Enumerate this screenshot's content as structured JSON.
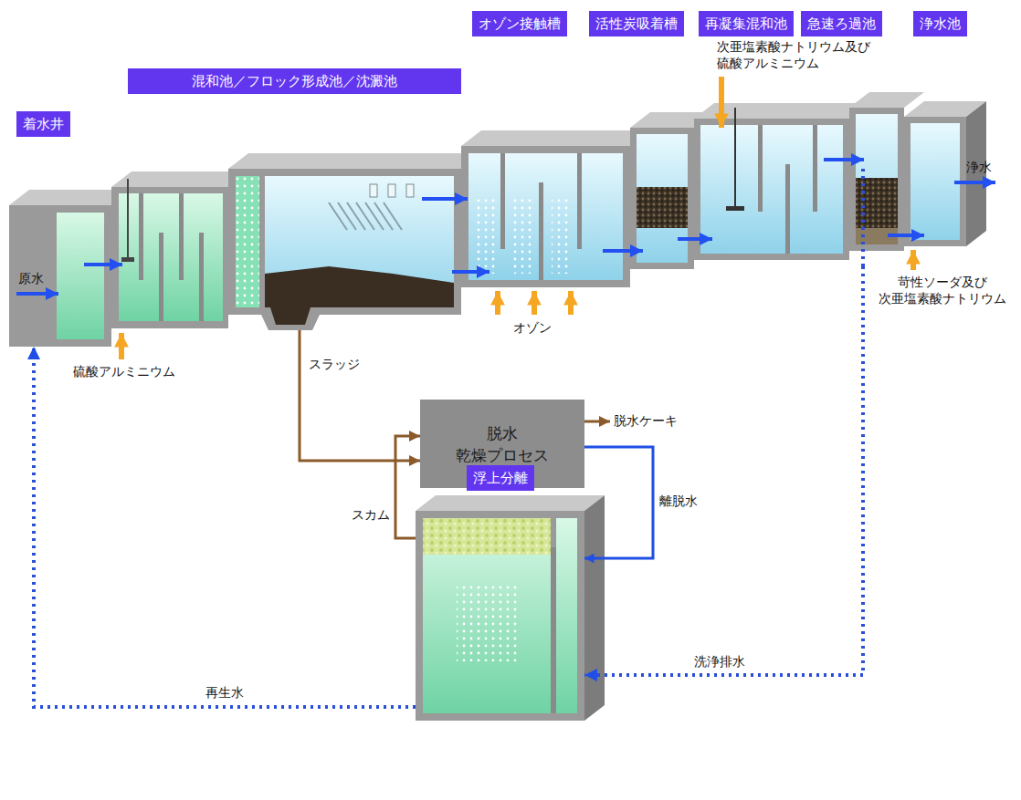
{
  "diagram": {
    "nodes": [
      {
        "text": [
          "着水井"
        ]
      },
      {
        "text": [
          "混和池／フロック形成池／沈澱池"
        ]
      },
      {
        "text": [
          "オゾン接触槽"
        ]
      },
      {
        "text": [
          "活性炭吸着槽"
        ]
      },
      {
        "text": [
          "再凝集混和池"
        ]
      },
      {
        "text": [
          "急速ろ過池"
        ]
      },
      {
        "text": [
          "浄水池"
        ]
      },
      {
        "text": [
          "脱水 乾燥プロセス"
        ]
      },
      {
        "text": [
          "浮上分離"
        ]
      }
    ],
    "edges": [
      {
        "from": 1,
        "to": 7,
        "label": "スラッジ",
        "arrow": "to"
      },
      {
        "from": 7,
        "to": 8,
        "label": "離脱水",
        "arrow": "to"
      },
      {
        "from": 8,
        "to": 7,
        "label": "スカム",
        "arrow": "to"
      },
      {
        "from": 5,
        "to": 8,
        "label": "洗浄排水",
        "arrow": "to"
      },
      {
        "from": 8,
        "to": 0,
        "label": "再生水",
        "arrow": "to"
      }
    ],
    "labels": [
      "原水",
      "硫酸アルミニウム",
      "オゾン",
      "次亜塩素酸ナトリウム及び 硫酸アルミニウム",
      "浄水",
      "苛性ソーダ及び 次亜塩素酸ナトリウム",
      "脱水ケーキ"
    ]
  }
}
